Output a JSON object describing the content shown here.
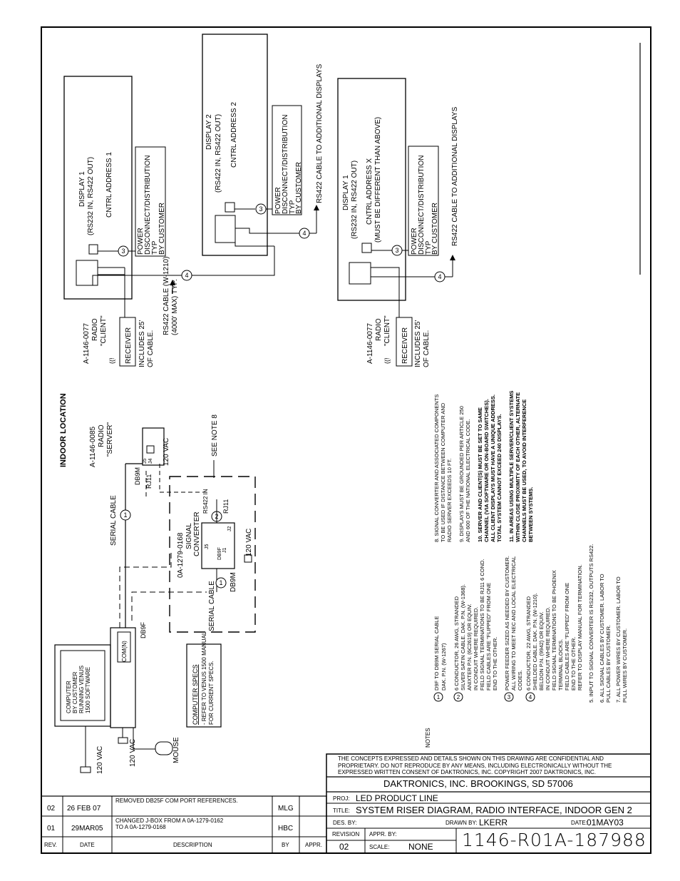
{
  "location": "INDOOR LOCATION",
  "computer": {
    "text": [
      "COMPUTER",
      "BY CUSTOMER",
      "RUNNING VENUS",
      "1500 SOFTWARE"
    ],
    "port": "COM(N)",
    "conn": "DB9F",
    "vac1": "120 VAC",
    "vac2": "120 VAC",
    "mouse": "MOUSE"
  },
  "computer_specs": {
    "title": "COMPUTER SPECS",
    "line1": "- REFER TO VENUS 1500 MANUAL",
    "line2": "  FOR CURRENT SPECS."
  },
  "server_radio": {
    "part": "A-1146-0085",
    "radio": "RADIO",
    "role": "\"SERVER\"",
    "j4": "J4",
    "j5": "J5",
    "db9m": "DB9M",
    "rj11": "RJ11",
    "vac": "120 VAC"
  },
  "serial_cable": "SERIAL CABLE",
  "see_note": "SEE NOTE 8",
  "converter": {
    "part": "0A-1279-0168",
    "label1": "SIGNAL",
    "label2": "CONVERTER",
    "j5": "J5",
    "j2": "J2",
    "j1": "J1",
    "db9": "DB9F",
    "rs422in": "RS422 IN",
    "rj11": "RJ11",
    "serial": "SERIAL CABLE",
    "db9m": "DB9M",
    "vac": "120 VAC"
  },
  "client1": {
    "part": "A-1146-0077",
    "radio": "RADIO",
    "role": "\"CLIENT\"",
    "receiver": "RECEIVER",
    "inc1": "INCLUDES 25'",
    "inc2": "OF CABLE.",
    "cable1": "RS422 CABLE (W-1210)",
    "cable2": "(4000' MAX) TYP."
  },
  "client2": {
    "part": "A-1146-0077",
    "radio": "RADIO",
    "role": "\"CLIENT\"",
    "receiver": "RECEIVER",
    "inc1": "INCLUDES 25'",
    "inc2": "OF CABLE."
  },
  "display1": {
    "name": "DISPLAY 1",
    "io": "(RS232 IN, RS422 OUT)",
    "addr": "CNTRL ADDRESS 1"
  },
  "display2": {
    "name": "DISPLAY 2",
    "io": "(RS422 IN, RS422 OUT)",
    "addr": "CNTRL ADDRESS 2",
    "additional": "RS422 CABLE TO ADDITIONAL DISPLAYS"
  },
  "display3": {
    "name": "DISPLAY 1",
    "io": "(RS232 IN, RS422 OUT)",
    "addr": "CNTRL ADDRESS X",
    "addr2": "(MUST BE DIFFERENT THAN ABOVE)",
    "additional": "RS422 CABLE TO ADDITIONAL DISPLAYS"
  },
  "power_box": [
    "POWER",
    "DISCONNECT/DISTRIBUTION",
    "TYP",
    "BY CUSTOMER"
  ],
  "callouts": {
    "c1": "1",
    "c2": "2",
    "c3": "3",
    "c4": "4"
  },
  "notes": {
    "title": "NOTES",
    "n1": [
      "D9F TO DB9M SERIAL CABLE",
      "DAK. P.N. (W-1267)"
    ],
    "n2": [
      "6 CONDUCTOR, 26 AWG, STRANDED",
      "SILVER SATIN CABLE. DAK. P.N. (W-1368).",
      "ANIXTER P.N. (6C2619) OR EQUIV.",
      "IN CONDUIT WHERE REQUIRED.",
      "FIELD SIGNAL TERMINATIONS TO BE RJ11 6 COND.",
      "FIELD CABLES ARE \"FLIPPED\" FROM ONE",
      "END TO THE OTHER."
    ],
    "n3": [
      "POWER FEEDER SIZED AS NEEDED BY CUSTOMER.",
      "ALL WIRING TO MEET NEC AND LOCAL ELECTRICAL",
      "CODES."
    ],
    "n4": [
      "6 CONDUCTOR, 22 AWG, STRANDED",
      "SHIELDED CABLE. DAK. P.N. (W-1210).",
      "BELDON P.N. (9942) OR EQUIV.",
      "IN CONDUIT WHERE REQUIRED.",
      "FIELD SIGNAL TERMINATIONS TO BE PHOENIX",
      "TERMINAL BLOCKS.",
      "FIELD CABLES ARE \"FLIPPED\" FROM ONE",
      "END TO THE OTHER.",
      "REFER TO DISPLAY MANUAL FOR TERMINATION."
    ],
    "n5": [
      "5. INPUT TO SIGNAL CONVERTER IS RS232, OUTPUTS RS422."
    ],
    "n6": [
      "6. ALL SIGNAL CABLES BY CUSTOMER. LABOR TO",
      "   PULL CABLES BY CUSTOMER."
    ],
    "n7": [
      "7. ALL POWER WIRES BY CUSTOMER. LABOR TO",
      "   PULL WIRES BY CUSTOMER."
    ],
    "n8": [
      "8. SIGNAL CONVERTER AND ASSOCIATED COMPONENTS",
      "   TO BE USED IF DISTANCE BETWEEN COMPUTER AND",
      "   RADIO SERVER EXCEEDS 10 FT."
    ],
    "n9": [
      "9. DISPLAYS MUST BE GROUNDED PER ARTICLE 250",
      "   AND 600 OF THE NATIONAL ELECTRICAL CODE."
    ],
    "n10": [
      "10. SERVER AND CLIENT(S) MUST BE SET TO SAME",
      "    CHANNEL (VIA SOFTWARE OR ON-BOARD SWITCHES).",
      "    ALL CLIENT DISPLAYS MUST HAVE A UNIQUE ADDRESS.",
      "    TOTAL SYSTEM CANNOT EXCEED 240 DISPLAYS."
    ],
    "n11": [
      "11. IN AREAS USING MULTIPLE SERVER/CLIENT SYSTEMS",
      "    WITHIN CLOSE PROXIMITY OF EACH OTHER, ALTERNATE",
      "    CHANNELS MUST BE USED, TO AVOID INTERFERENCE",
      "    BETWEEN SYSTEMS."
    ]
  },
  "title_block": {
    "confidential": [
      "THE CONCEPTS   EXPRESSED   AND   DETAILS SHOWN ON THIS DRAWING ARE CONFIDENTIAL AND",
      "PROPRIETARY.  DO NOT REPRODUCE BY ANY MEANS, INCLUDING ELECTRONICALLY WITHOUT THE",
      "EXPRESSED WRITTEN CONSENT OF DAKTRONICS, INC.              COPYRIGHT 2007 DAKTRONICS, INC."
    ],
    "company": "DAKTRONICS, INC.   BROOKINGS, SD 57006",
    "proj_label": "PROJ:",
    "proj": "LED PRODUCT LINE",
    "title_label": "TITLE:",
    "title": "SYSTEM RISER DIAGRAM, RADIO INTERFACE, INDOOR GEN 2",
    "des_label": "DES. BY:",
    "drawn_label": "DRAWN BY:",
    "drawn": "LKERR",
    "date_label": "DATE:",
    "date": "01MAY03",
    "revision_label": "REVISION",
    "revision": "02",
    "appr_label": "APPR. BY:",
    "scale_label": "SCALE:",
    "scale": "NONE",
    "drawing_no": "1146-R01A-187988"
  },
  "revisions": {
    "headers": [
      "REV.",
      "DATE",
      "DESCRIPTION",
      "BY",
      "APPR."
    ],
    "rows": [
      {
        "rev": "02",
        "date": "26 FEB 07",
        "desc": [
          "REMOVED DB25F COM PORT REFERENCES."
        ],
        "by": "MLG"
      },
      {
        "rev": "01",
        "date": "29MAR05",
        "desc": [
          "CHANGED J-BOX FROM A 0A-1279-0162",
          "TO A 0A-1279-0168"
        ],
        "by": "HBC"
      }
    ]
  }
}
